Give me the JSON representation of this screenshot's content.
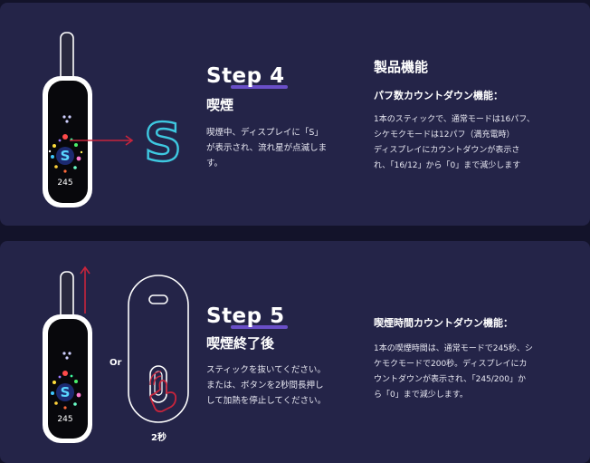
{
  "colors": {
    "background": "#13132a",
    "panel": "#242448",
    "accent_purple": "#6a4fc8",
    "accent_red": "#c8243c",
    "accent_cyan": "#3ec8e0"
  },
  "step4": {
    "title": "Step 4",
    "subtitle": "喫煙",
    "desc_lines": [
      "喫煙中、ディスプレイに「S」",
      "が表示され、流れ星が点滅しま",
      "す。"
    ],
    "display_letter": "S",
    "display_number": "245",
    "big_letter": "S"
  },
  "feature1": {
    "heading": "製品機能",
    "subheading": "パフ数カウントダウン機能：",
    "lines": [
      "1本のスティックで、通常モードは16パフ、",
      "シケモクモードは12パフ（満充電時）",
      "ディスプレイにカウントダウンが表示さ",
      "れ、「16/12」から「0」まで減少します"
    ]
  },
  "step5": {
    "title": "Step 5",
    "subtitle": "喫煙終了後",
    "desc_lines": [
      "スティックを抜いてください。",
      "または、ボタンを2秒間長押し",
      "して加熱を停止してください。"
    ],
    "or_label": "Or",
    "seconds_label": "2秒",
    "display_letter": "S",
    "display_number": "245"
  },
  "feature2": {
    "subheading": "喫煙時間カウントダウン機能：",
    "lines": [
      "1本の喫煙時間は、通常モードで245秒、シ",
      "ケモクモードで200秒。ディスプレイにカ",
      "ウントダウンが表示され、「245/200」か",
      "ら「0」まで減少します。"
    ]
  },
  "icons": {
    "device": "heated-tobacco-device-icon",
    "arrow": "arrow-right-icon",
    "up_arrow": "arrow-up-icon",
    "hand": "hand-press-icon"
  }
}
